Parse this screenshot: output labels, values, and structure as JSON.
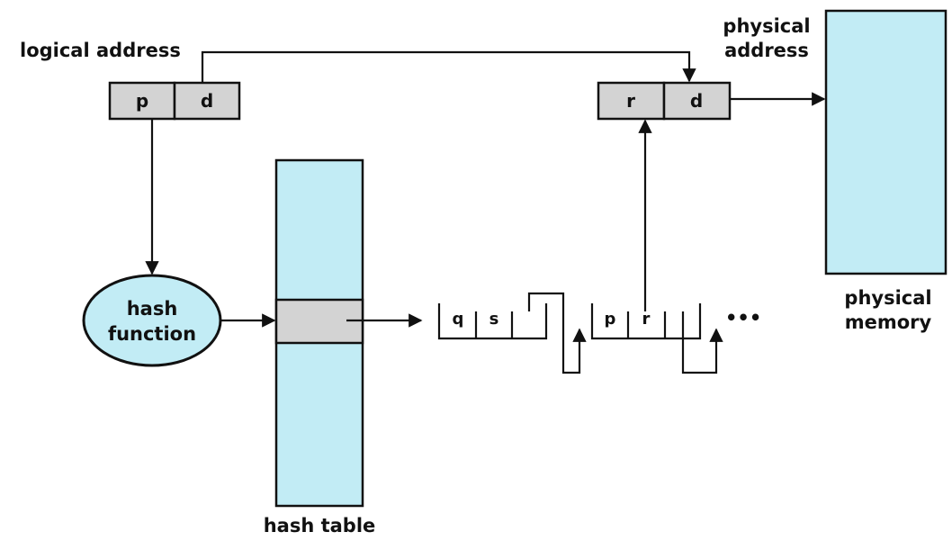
{
  "labels": {
    "logical_address": "logical address",
    "physical_address_line1": "physical",
    "physical_address_line2": "address",
    "physical_memory_line1": "physical",
    "physical_memory_line2": "memory",
    "hash_function_line1": "hash",
    "hash_function_line2": "function",
    "hash_table": "hash table"
  },
  "logical_fields": {
    "page": "p",
    "offset": "d"
  },
  "physical_fields": {
    "frame": "r",
    "offset": "d"
  },
  "chain": {
    "entry1": {
      "field1": "q",
      "field2": "s"
    },
    "entry2": {
      "field1": "p",
      "field2": "r"
    },
    "ellipsis": "•••"
  },
  "colors": {
    "table_fill": "#c2ecf5",
    "cell_fill": "#d3d3d3",
    "stroke": "#111111",
    "background": "#ffffff"
  }
}
